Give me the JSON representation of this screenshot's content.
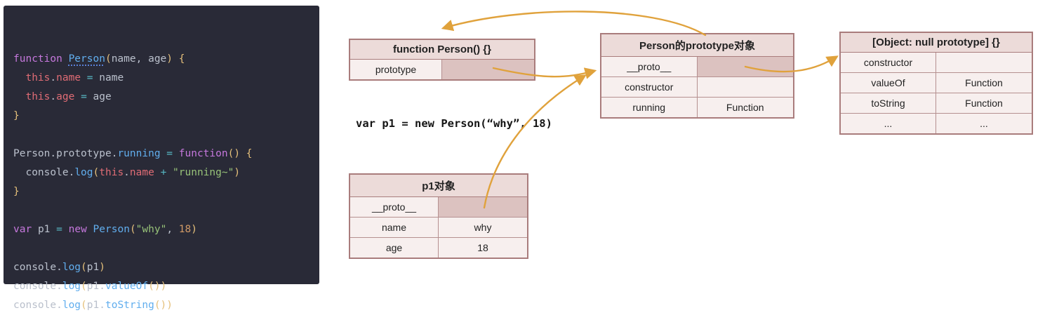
{
  "colors": {
    "arrow": "#e0a23c",
    "code_background": "#292a37",
    "table_border": "#a97c7c",
    "table_header_bg": "#ecdbd9",
    "table_cell_bg": "#f7efee",
    "table_cell_highlight": "#dcc2c0"
  },
  "code": {
    "lines": [
      [
        [
          "function",
          "kw"
        ],
        [
          " ",
          "pl"
        ],
        [
          "Person",
          "fnu"
        ],
        [
          "(",
          "pa"
        ],
        [
          "name",
          "pl"
        ],
        [
          ", ",
          "pl"
        ],
        [
          "age",
          "pl"
        ],
        [
          ")",
          "pa"
        ],
        [
          " ",
          "pl"
        ],
        [
          "{",
          "pa"
        ]
      ],
      [
        [
          "  ",
          "pl"
        ],
        [
          "this",
          "prop"
        ],
        [
          ".",
          "pl"
        ],
        [
          "name",
          "prop"
        ],
        [
          " ",
          "pl"
        ],
        [
          "=",
          "op"
        ],
        [
          " ",
          "pl"
        ],
        [
          "name",
          "pl"
        ]
      ],
      [
        [
          "  ",
          "pl"
        ],
        [
          "this",
          "prop"
        ],
        [
          ".",
          "pl"
        ],
        [
          "age",
          "prop"
        ],
        [
          " ",
          "pl"
        ],
        [
          "=",
          "op"
        ],
        [
          " ",
          "pl"
        ],
        [
          "age",
          "pl"
        ]
      ],
      [
        [
          "}",
          "pa"
        ]
      ],
      [],
      [
        [
          "Person",
          "pl"
        ],
        [
          ".",
          "pl"
        ],
        [
          "prototype",
          "pl"
        ],
        [
          ".",
          "pl"
        ],
        [
          "running",
          "fn"
        ],
        [
          " ",
          "pl"
        ],
        [
          "=",
          "op"
        ],
        [
          " ",
          "pl"
        ],
        [
          "function",
          "kw"
        ],
        [
          "()",
          "pa"
        ],
        [
          " ",
          "pl"
        ],
        [
          "{",
          "pa"
        ]
      ],
      [
        [
          "  ",
          "pl"
        ],
        [
          "console",
          "pl"
        ],
        [
          ".",
          "pl"
        ],
        [
          "log",
          "fn"
        ],
        [
          "(",
          "pa"
        ],
        [
          "this",
          "prop"
        ],
        [
          ".",
          "pl"
        ],
        [
          "name",
          "prop"
        ],
        [
          " ",
          "pl"
        ],
        [
          "+",
          "op"
        ],
        [
          " ",
          "pl"
        ],
        [
          "\"running~\"",
          "str"
        ],
        [
          ")",
          "pa"
        ]
      ],
      [
        [
          "}",
          "pa"
        ]
      ],
      [],
      [
        [
          "var",
          "kw"
        ],
        [
          " ",
          "pl"
        ],
        [
          "p1",
          "pl"
        ],
        [
          " ",
          "pl"
        ],
        [
          "=",
          "op"
        ],
        [
          " ",
          "pl"
        ],
        [
          "new",
          "kw"
        ],
        [
          " ",
          "pl"
        ],
        [
          "Person",
          "fn"
        ],
        [
          "(",
          "pa"
        ],
        [
          "\"why\"",
          "str"
        ],
        [
          ", ",
          "pl"
        ],
        [
          "18",
          "num"
        ],
        [
          ")",
          "pa"
        ]
      ],
      [],
      [
        [
          "console",
          "pl"
        ],
        [
          ".",
          "pl"
        ],
        [
          "log",
          "fn"
        ],
        [
          "(",
          "pa"
        ],
        [
          "p1",
          "pl"
        ],
        [
          ")",
          "pa"
        ]
      ],
      [
        [
          "console",
          "pl"
        ],
        [
          ".",
          "pl"
        ],
        [
          "log",
          "fn"
        ],
        [
          "(",
          "pa"
        ],
        [
          "p1",
          "pl"
        ],
        [
          ".",
          "pl"
        ],
        [
          "valueOf",
          "fn"
        ],
        [
          "()",
          "pa"
        ],
        [
          ")",
          "pa"
        ]
      ],
      [
        [
          "console",
          "pl"
        ],
        [
          ".",
          "pl"
        ],
        [
          "log",
          "fn"
        ],
        [
          "(",
          "pa"
        ],
        [
          "p1",
          "pl"
        ],
        [
          ".",
          "pl"
        ],
        [
          "toString",
          "fn"
        ],
        [
          "()",
          "pa"
        ],
        [
          ")",
          "pa"
        ]
      ]
    ]
  },
  "annotation": "var p1 = new Person(“why”, 18)",
  "diagram": {
    "tables": [
      {
        "id": "fn-person",
        "title": "function Person() {}",
        "rows": [
          {
            "key": "prototype",
            "val": "",
            "val_hl": true
          }
        ]
      },
      {
        "id": "person-prototype",
        "title": "Person的prototype对象",
        "rows": [
          {
            "key": "__proto__",
            "val": "",
            "val_hl": true
          },
          {
            "key": "constructor",
            "val": "",
            "val_hl": false
          },
          {
            "key": "running",
            "val": "Function",
            "val_hl": false
          }
        ]
      },
      {
        "id": "object-null-prototype",
        "title": "[Object: null prototype] {}",
        "rows": [
          {
            "key": "constructor",
            "val": "",
            "val_hl": false
          },
          {
            "key": "valueOf",
            "val": "Function",
            "val_hl": false
          },
          {
            "key": "toString",
            "val": "Function",
            "val_hl": false
          },
          {
            "key": "...",
            "val": "...",
            "val_hl": false
          }
        ]
      },
      {
        "id": "p1-object",
        "title": "p1对象",
        "rows": [
          {
            "key": "__proto__",
            "val": "",
            "val_hl": true
          },
          {
            "key": "name",
            "val": "why",
            "val_hl": false
          },
          {
            "key": "age",
            "val": "18",
            "val_hl": false
          }
        ]
      }
    ]
  }
}
